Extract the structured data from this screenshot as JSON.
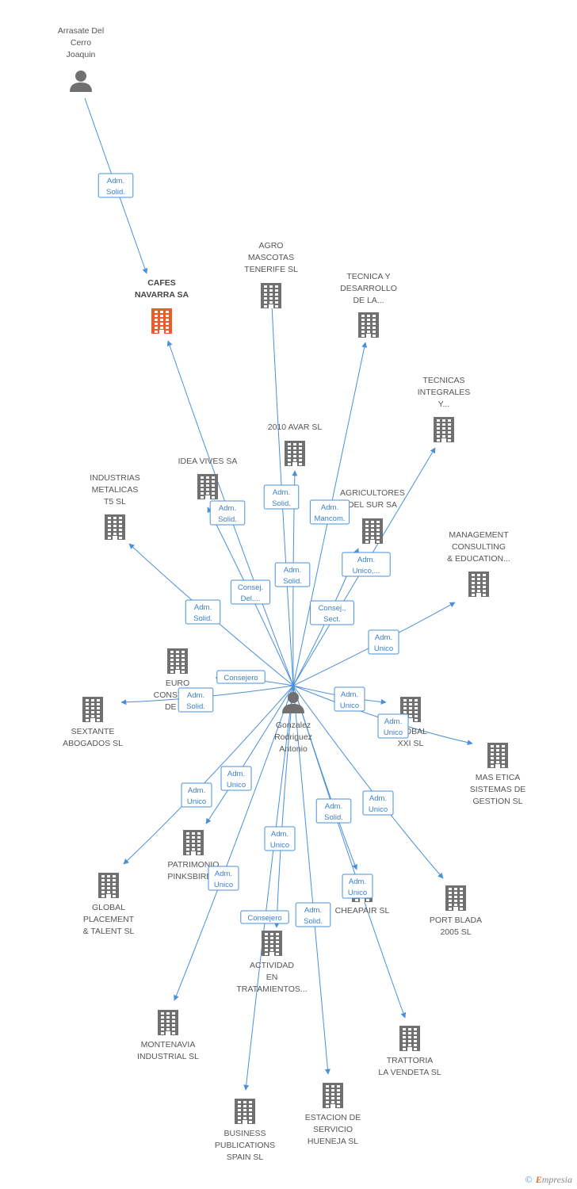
{
  "colors": {
    "edge": "#4a90d9",
    "node": "#707070",
    "focus": "#f05a28"
  },
  "nodes": [
    {
      "id": "arrasate",
      "type": "person",
      "label": [
        "Arrasate Del",
        "Cerro",
        "Joaquin"
      ]
    },
    {
      "id": "cafes",
      "type": "company",
      "focus": true,
      "label": [
        "CAFES",
        "NAVARRA SA"
      ]
    },
    {
      "id": "agro",
      "type": "company",
      "label": [
        "AGRO",
        "MASCOTAS",
        "TENERIFE  SL"
      ]
    },
    {
      "id": "tecnica",
      "type": "company",
      "label": [
        "TECNICA Y",
        "DESARROLLO",
        "DE LA..."
      ]
    },
    {
      "id": "tecnicas",
      "type": "company",
      "label": [
        "TECNICAS",
        "INTEGRALES",
        "Y..."
      ]
    },
    {
      "id": "avar",
      "type": "company",
      "label": [
        "2010 AVAR SL"
      ]
    },
    {
      "id": "idea",
      "type": "company",
      "label": [
        "IDEA VIVES SA"
      ]
    },
    {
      "id": "industrias",
      "type": "company",
      "label": [
        "INDUSTRIAS",
        "METALICAS",
        "T5 SL"
      ]
    },
    {
      "id": "agricultores",
      "type": "company",
      "label": [
        "AGRICULTORES",
        "DEL SUR SA"
      ]
    },
    {
      "id": "management",
      "type": "company",
      "label": [
        "MANAGEMENT",
        "CONSULTING",
        "& EDUCATION..."
      ]
    },
    {
      "id": "euro",
      "type": "company",
      "label": [
        "EURO",
        "CONSTRU...",
        "DE L..."
      ]
    },
    {
      "id": "sextante",
      "type": "company",
      "label": [
        "SEXTANTE",
        "ABOGADOS SL"
      ]
    },
    {
      "id": "gonzalez",
      "type": "person",
      "label": [
        "Gonzalez",
        "Rodriguez",
        "Antonio"
      ]
    },
    {
      "id": "global_xxi",
      "type": "company",
      "label": [
        "GLOBAL",
        "XXI  SL"
      ]
    },
    {
      "id": "masetica",
      "type": "company",
      "label": [
        "MAS ETICA",
        "SISTEMAS DE",
        "GESTION  SL"
      ]
    },
    {
      "id": "patrimonio",
      "type": "company",
      "label": [
        "PATRIMONIO",
        "PINKSBIRD..."
      ]
    },
    {
      "id": "global_pl",
      "type": "company",
      "label": [
        "GLOBAL",
        "PLACEMENT",
        "& TALENT  SL"
      ]
    },
    {
      "id": "cheapair",
      "type": "company",
      "label": [
        "CHEAPAIR  SL"
      ]
    },
    {
      "id": "portblada",
      "type": "company",
      "label": [
        "PORT BLADA",
        "2005 SL"
      ]
    },
    {
      "id": "actividad",
      "type": "company",
      "label": [
        "ACTIVIDAD",
        "EN",
        "TRATAMIENTOS..."
      ]
    },
    {
      "id": "montenavia",
      "type": "company",
      "label": [
        "MONTENAVIA",
        "INDUSTRIAL SL"
      ]
    },
    {
      "id": "trattoria",
      "type": "company",
      "label": [
        "TRATTORIA",
        "LA VENDETA SL"
      ]
    },
    {
      "id": "estacion",
      "type": "company",
      "label": [
        "ESTACION DE",
        "SERVICIO",
        "HUENEJA SL"
      ]
    },
    {
      "id": "business",
      "type": "company",
      "label": [
        "BUSINESS",
        "PUBLICATIONS",
        "SPAIN SL"
      ]
    }
  ],
  "edges": [
    {
      "from": "arrasate",
      "to": "cafes",
      "label": [
        "Adm.",
        "Solid."
      ]
    },
    {
      "from": "gonzalez",
      "to": "cafes",
      "label": [
        "Adm.",
        "Solid."
      ]
    },
    {
      "from": "gonzalez",
      "to": "agro",
      "label": [
        "Adm.",
        "Solid."
      ]
    },
    {
      "from": "gonzalez",
      "to": "tecnica",
      "label": [
        "Adm.",
        "Mancom."
      ]
    },
    {
      "from": "gonzalez",
      "to": "tecnicas",
      "label": [
        "Adm.",
        "Unico,..."
      ]
    },
    {
      "from": "gonzalez",
      "to": "avar",
      "label": [
        "Adm.",
        "Solid."
      ]
    },
    {
      "from": "gonzalez",
      "to": "idea",
      "label": [
        "Consej.",
        "Del...."
      ]
    },
    {
      "from": "gonzalez",
      "to": "industrias",
      "label": [
        "Adm.",
        "Solid."
      ]
    },
    {
      "from": "gonzalez",
      "to": "agricultores",
      "label": [
        "Consej.,",
        "Sect."
      ]
    },
    {
      "from": "gonzalez",
      "to": "management",
      "label": [
        "Adm.",
        "Unico"
      ]
    },
    {
      "from": "gonzalez",
      "to": "euro",
      "label": [
        "Consejero"
      ]
    },
    {
      "from": "gonzalez",
      "to": "sextante",
      "label": [
        "Adm.",
        "Solid."
      ]
    },
    {
      "from": "gonzalez",
      "to": "global_xxi",
      "label": [
        "Adm.",
        "Unico"
      ]
    },
    {
      "from": "gonzalez",
      "to": "masetica",
      "label": [
        "Adm.",
        "Unico"
      ]
    },
    {
      "from": "gonzalez",
      "to": "patrimonio",
      "label": [
        "Adm.",
        "Unico"
      ]
    },
    {
      "from": "gonzalez",
      "to": "global_pl",
      "label": [
        "Adm.",
        "Unico"
      ]
    },
    {
      "from": "gonzalez",
      "to": "cheapair",
      "label": [
        "Adm.",
        "Solid."
      ]
    },
    {
      "from": "gonzalez",
      "to": "portblada",
      "label": [
        "Adm.",
        "Unico"
      ]
    },
    {
      "from": "gonzalez",
      "to": "trattoria",
      "label": [
        "Adm.",
        "Unico"
      ]
    },
    {
      "from": "gonzalez",
      "to": "montenavia",
      "label": [
        "Adm.",
        "Unico"
      ]
    },
    {
      "from": "gonzalez",
      "to": "business",
      "label": [
        "Consejero"
      ]
    },
    {
      "from": "gonzalez",
      "to": "estacion",
      "label": [
        "Adm.",
        "Solid."
      ]
    },
    {
      "from": "gonzalez",
      "to": "actividad",
      "label": [
        "Adm.",
        "Unico"
      ]
    }
  ],
  "footer": {
    "copyright": "©",
    "brand_initial": "E",
    "brand_rest": "mpresia"
  }
}
